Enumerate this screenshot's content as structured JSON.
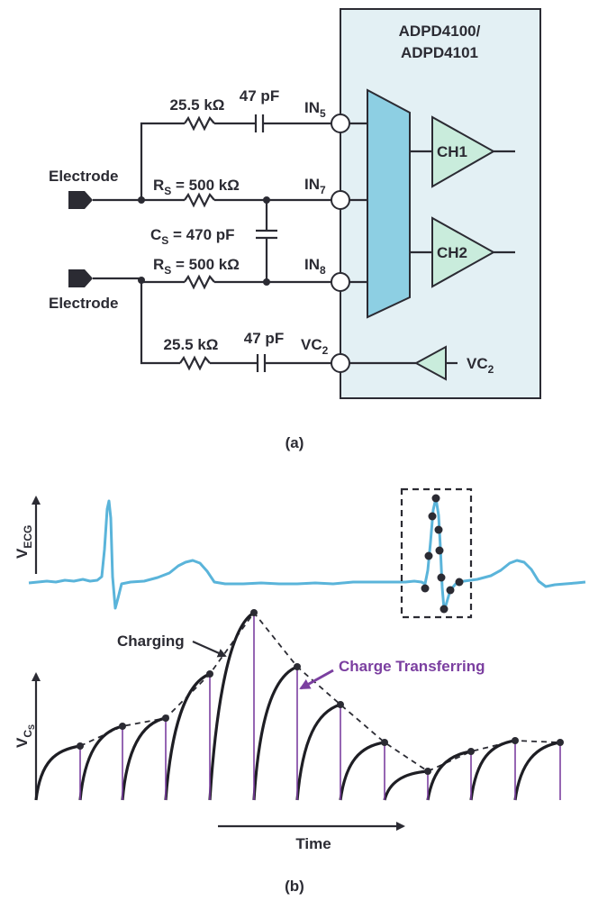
{
  "panel_a": {
    "chip_name_line1": "ADPD4100/",
    "chip_name_line2": "ADPD4101",
    "top_resistor": "25.5 kΩ",
    "top_capacitor": "47 pF",
    "pin_in5": "IN",
    "pin_in5_sub": "5",
    "electrode_top": "Electrode",
    "rs_top_main": "R",
    "rs_top_sub": "S",
    "rs_top_value": " = 500 kΩ",
    "pin_in7": "IN",
    "pin_in7_sub": "7",
    "cs_main": "C",
    "cs_sub": "S",
    "cs_value": " = 470 pF",
    "rs_bottom_main": "R",
    "rs_bottom_sub": "S",
    "rs_bottom_value": " = 500 kΩ",
    "pin_in8": "IN",
    "pin_in8_sub": "8",
    "electrode_bottom": "Electrode",
    "bottom_resistor": "25.5 kΩ",
    "bottom_capacitor": "47 pF",
    "pin_vc2": "VC",
    "pin_vc2_sub": "2",
    "ch1": "CH1",
    "ch2": "CH2",
    "vc2_buffer": "VC",
    "vc2_buffer_sub": "2",
    "caption": "(a)",
    "colors": {
      "chip_fill": "#e3f0f4",
      "mux_fill": "#8dcfe3",
      "amp_fill": "#c9ecdc",
      "wire": "#2b2b33"
    }
  },
  "panel_b": {
    "vecg_main": "V",
    "vecg_sub": "ECG",
    "vcs_main": "V",
    "vcs_sub": "C",
    "vcs_subsub": "S",
    "charging_label": "Charging",
    "transfer_label": "Charge Transferring",
    "time_label": "Time",
    "caption": "(b)",
    "colors": {
      "ecg_trace": "#5ab4da",
      "transfer_accent": "#7b3fa0",
      "curve": "#1e1e24"
    }
  }
}
